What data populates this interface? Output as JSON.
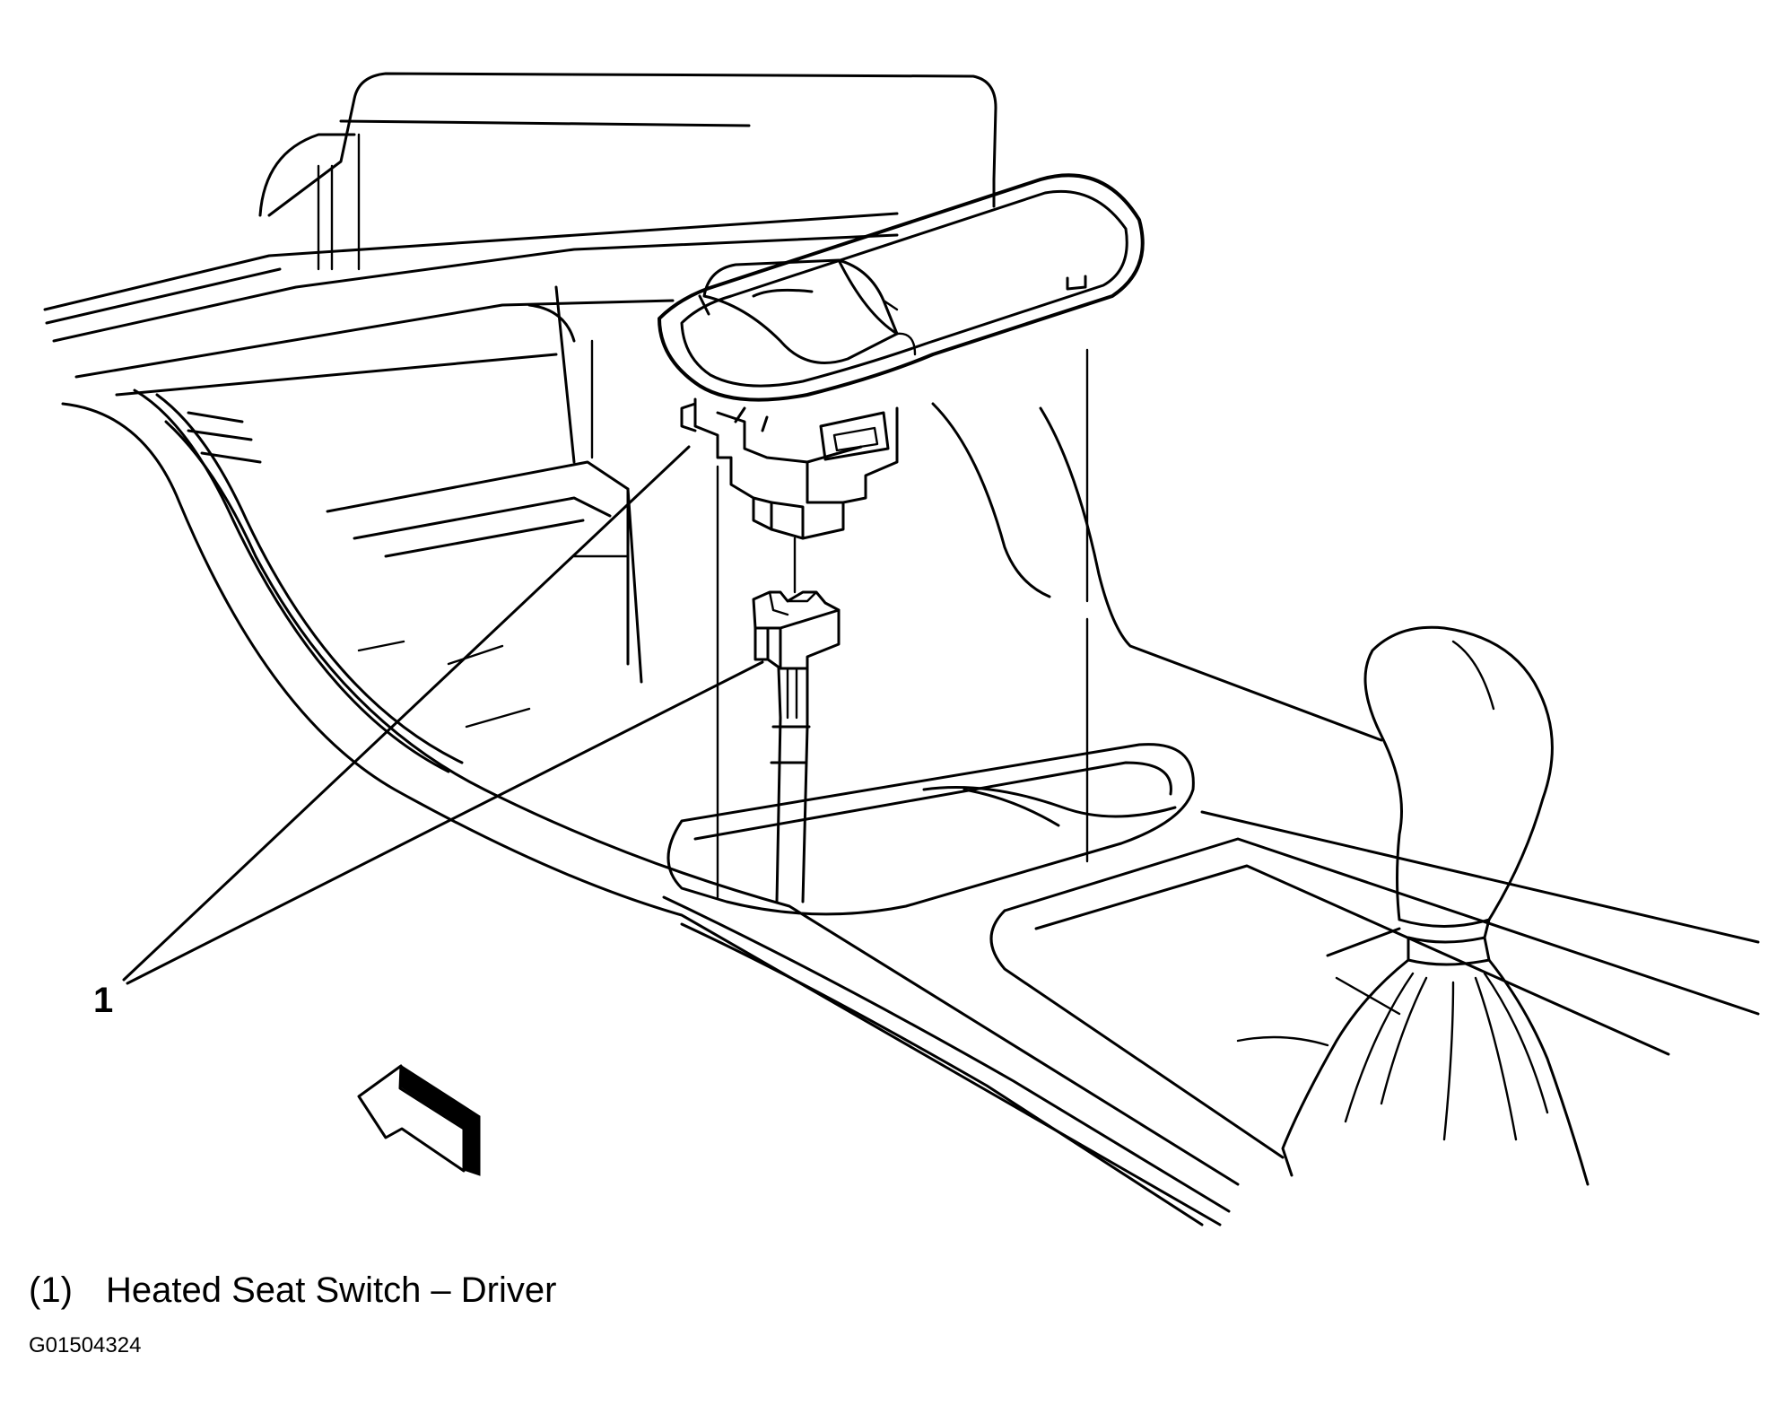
{
  "callout": {
    "number": "1"
  },
  "legend": [
    {
      "number": "(1)",
      "text": "Heated Seat Switch – Driver"
    }
  ],
  "figure_id": "G01504324",
  "colors": {
    "line": "#000000",
    "background": "#ffffff"
  }
}
